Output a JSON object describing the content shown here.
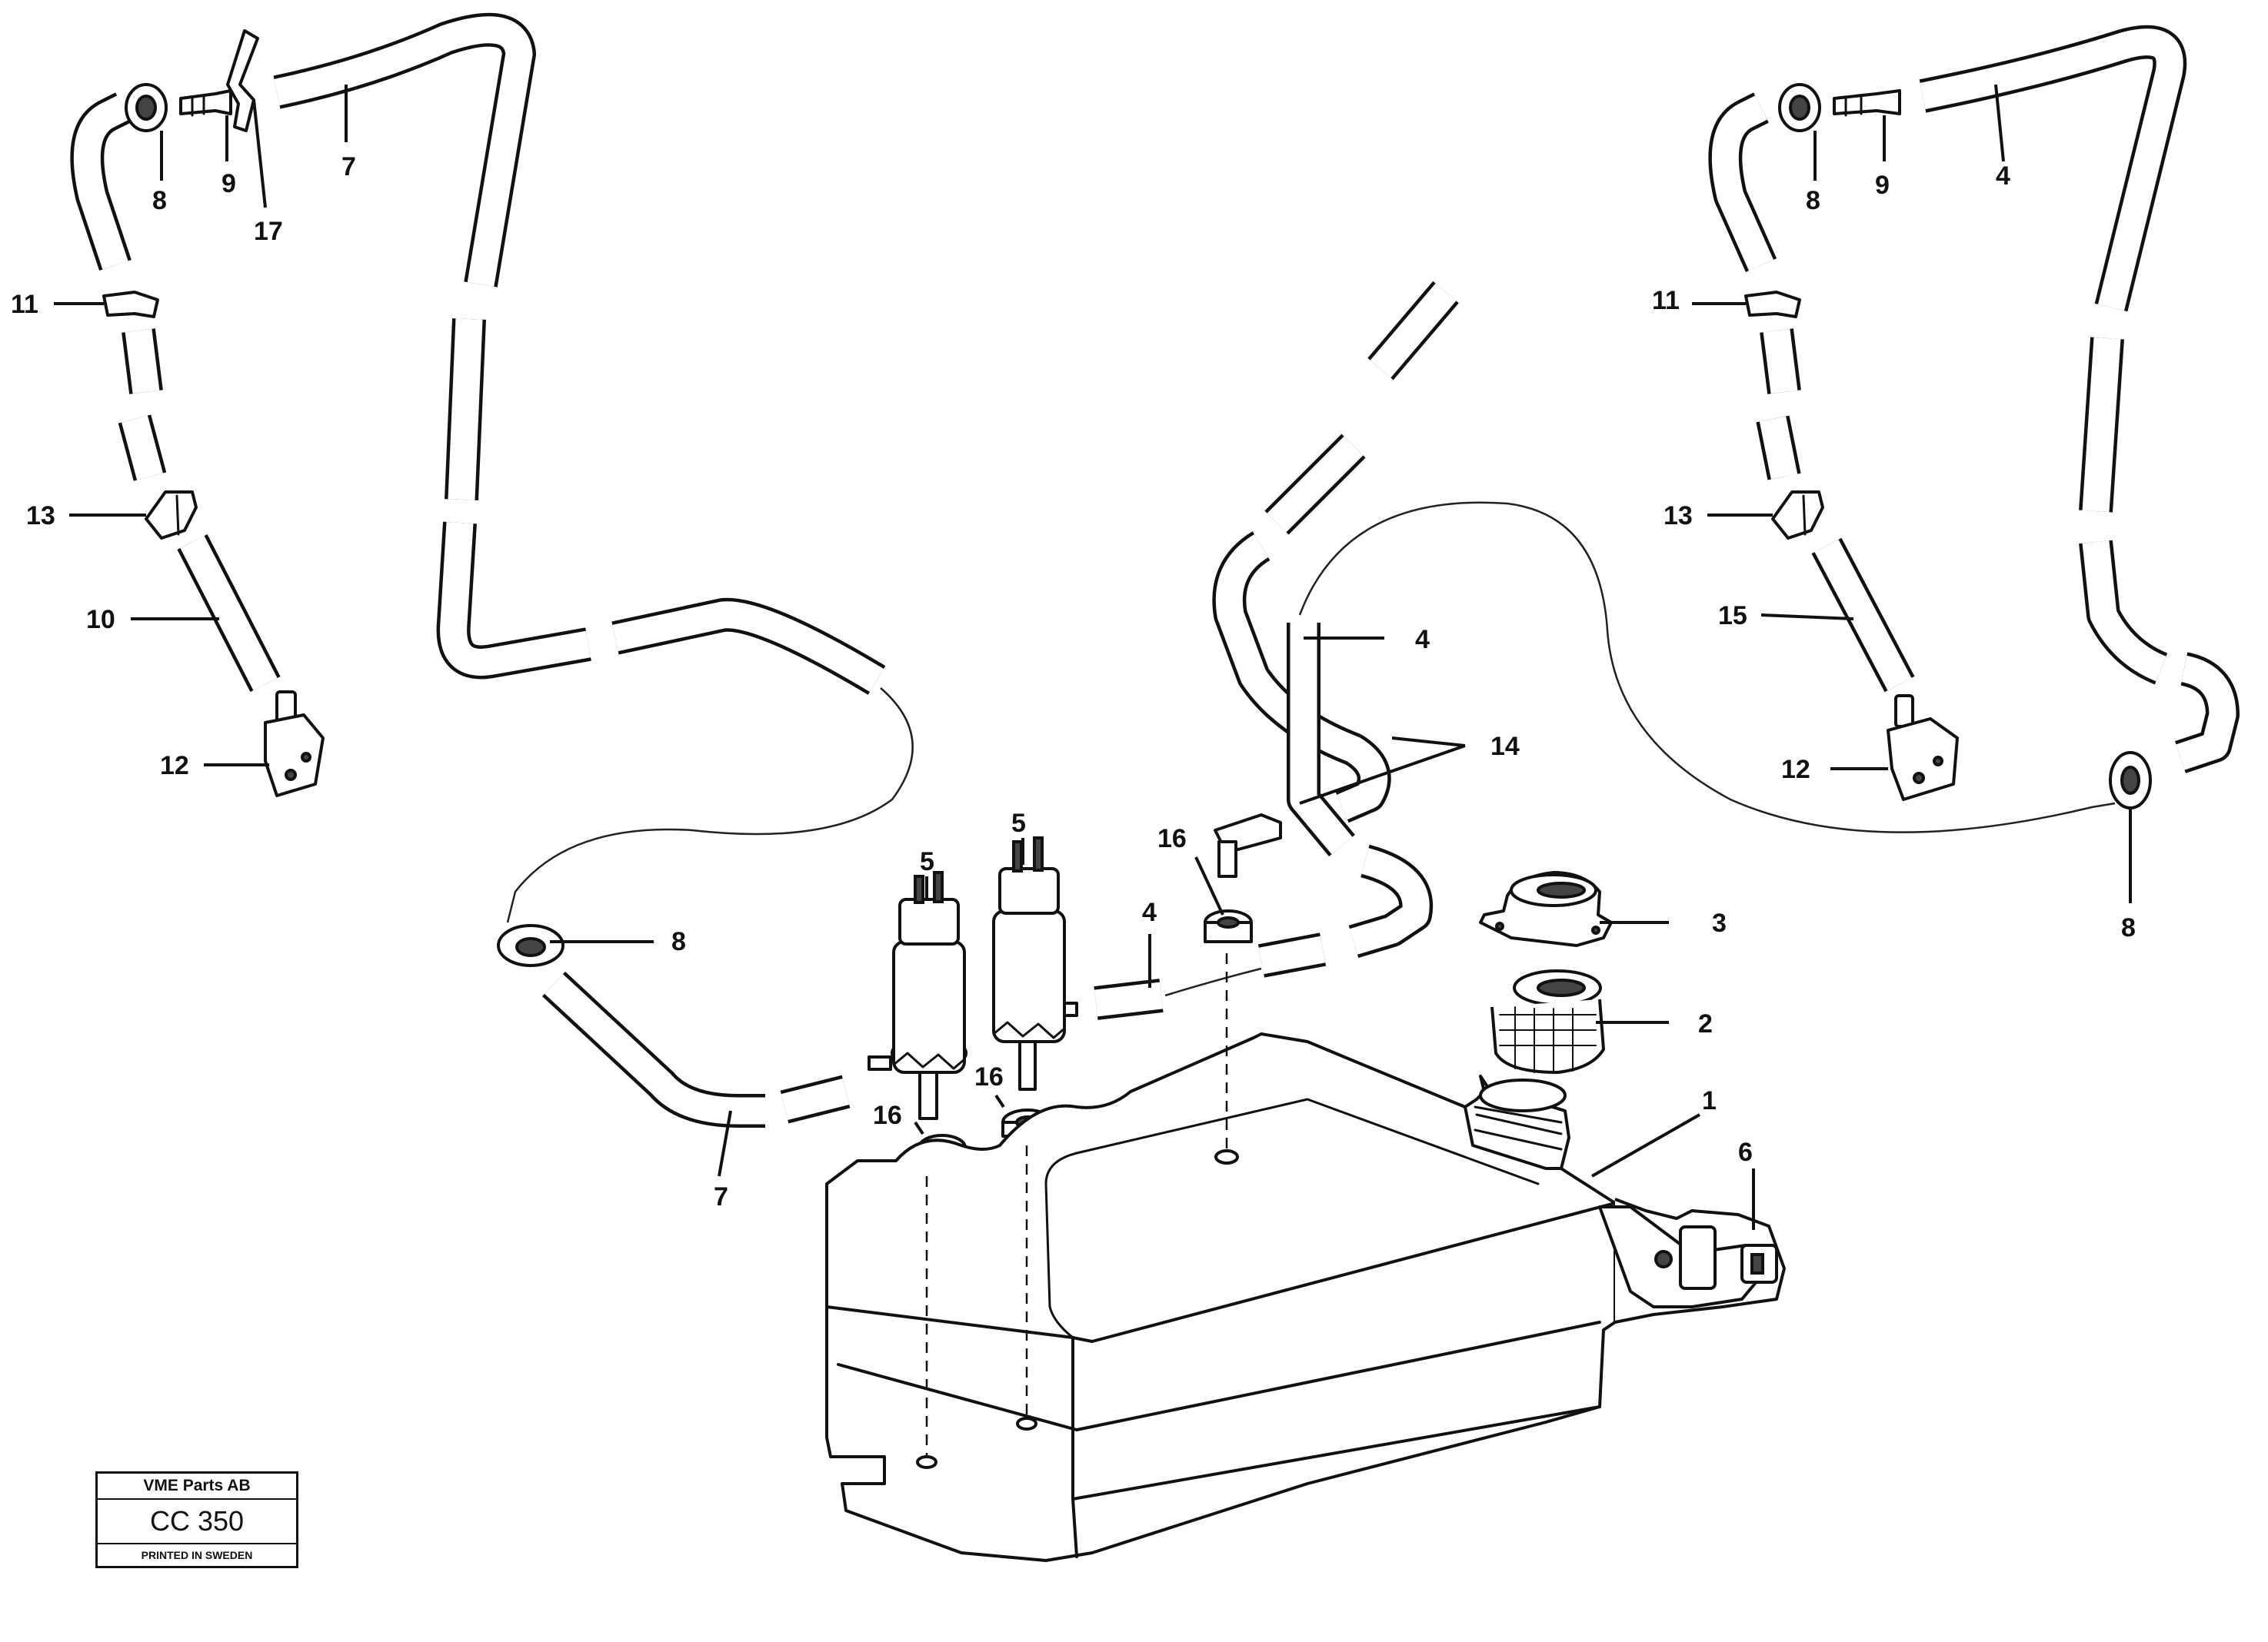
{
  "callouts": [
    {
      "id": "c-8-top-left",
      "label": "8"
    },
    {
      "id": "c-9-top-left",
      "label": "9"
    },
    {
      "id": "c-17",
      "label": "17"
    },
    {
      "id": "c-7-top",
      "label": "7"
    },
    {
      "id": "c-11-left",
      "label": "11"
    },
    {
      "id": "c-13-left",
      "label": "13"
    },
    {
      "id": "c-10",
      "label": "10"
    },
    {
      "id": "c-12-left",
      "label": "12"
    },
    {
      "id": "c-8-mid",
      "label": "8"
    },
    {
      "id": "c-7-bottom",
      "label": "7"
    },
    {
      "id": "c-5-a",
      "label": "5"
    },
    {
      "id": "c-5-b",
      "label": "5"
    },
    {
      "id": "c-16-a",
      "label": "16"
    },
    {
      "id": "c-16-b",
      "label": "16"
    },
    {
      "id": "c-16-c",
      "label": "16"
    },
    {
      "id": "c-4-mid",
      "label": "4"
    },
    {
      "id": "c-4-centre",
      "label": "4"
    },
    {
      "id": "c-14",
      "label": "14"
    },
    {
      "id": "c-3",
      "label": "3"
    },
    {
      "id": "c-2",
      "label": "2"
    },
    {
      "id": "c-1",
      "label": "1"
    },
    {
      "id": "c-6",
      "label": "6"
    },
    {
      "id": "c-8-top-right",
      "label": "8"
    },
    {
      "id": "c-9-top-right",
      "label": "9"
    },
    {
      "id": "c-4-top-right",
      "label": "4"
    },
    {
      "id": "c-11-right",
      "label": "11"
    },
    {
      "id": "c-13-right",
      "label": "13"
    },
    {
      "id": "c-15",
      "label": "15"
    },
    {
      "id": "c-12-right",
      "label": "12"
    },
    {
      "id": "c-8-right",
      "label": "8"
    }
  ],
  "stamp": {
    "company": "VME Parts AB",
    "code": "CC 350",
    "printed": "PRINTED IN SWEDEN"
  }
}
